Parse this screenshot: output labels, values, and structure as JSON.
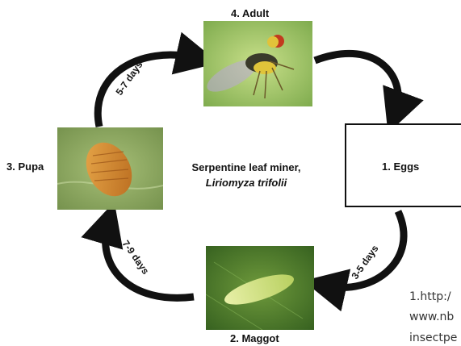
{
  "title": {
    "line1": "Serpentine leaf miner,",
    "line2": "Liriomyza trifolii"
  },
  "stages": {
    "adult": "4. Adult",
    "eggs": "1.   Eggs",
    "maggot": "2. Maggot",
    "pupa": "3. Pupa"
  },
  "durations": {
    "adult_to_eggs": "",
    "eggs_to_maggot": "3-5 days",
    "maggot_to_pupa": "7-9 days",
    "pupa_to_adult": "5-7 days"
  },
  "reference": {
    "line1": "1.http:/",
    "line2": "www.nb",
    "line3": "insectpe"
  },
  "colors": {
    "arrow": "#111111",
    "leaf_green": "#7fb04a",
    "pupa_orange": "#d88a2a",
    "maggot_green": "#cfe08a"
  }
}
